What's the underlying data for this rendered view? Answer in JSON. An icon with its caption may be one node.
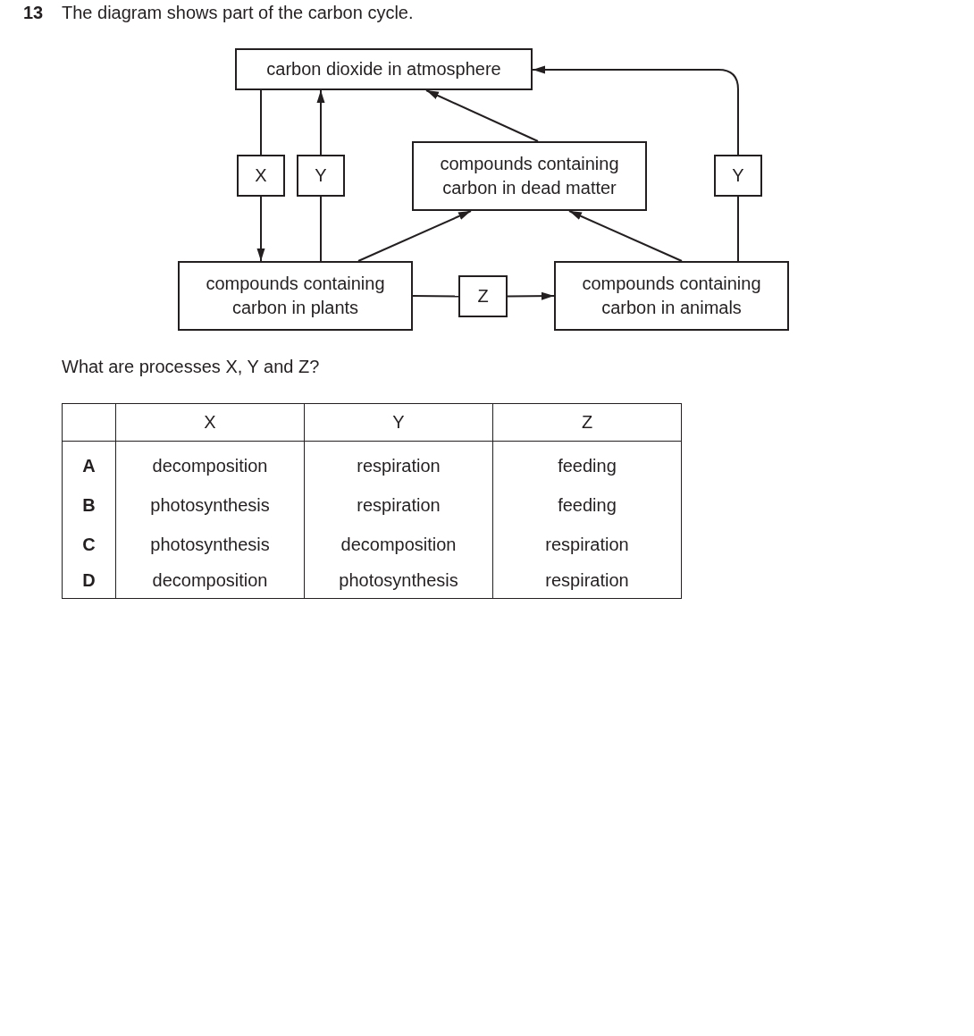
{
  "diagram": {
    "title": "The diagram shows part of the carbon cycle.",
    "nodes": [
      {
        "text": [
          "carbon dioxide in atmosphere"
        ]
      },
      {
        "text": [
          "X"
        ]
      },
      {
        "text": [
          "Y"
        ]
      },
      {
        "text": [
          "compounds containing carbon in dead matter"
        ]
      },
      {
        "text": [
          "Y"
        ]
      },
      {
        "text": [
          "compounds containing carbon in plants"
        ]
      },
      {
        "text": [
          "Z"
        ]
      },
      {
        "text": [
          "compounds containing carbon in animals"
        ]
      }
    ],
    "edges": [
      {
        "from": 0,
        "to": 1,
        "arrow": "none"
      },
      {
        "from": 1,
        "to": 5,
        "arrow": "to"
      },
      {
        "from": 5,
        "to": 2,
        "arrow": "none"
      },
      {
        "from": 2,
        "to": 0,
        "arrow": "to"
      },
      {
        "from": 3,
        "to": 0,
        "arrow": "to"
      },
      {
        "from": 5,
        "to": 3,
        "arrow": "to"
      },
      {
        "from": 7,
        "to": 3,
        "arrow": "to"
      },
      {
        "from": 7,
        "to": 4,
        "arrow": "none"
      },
      {
        "from": 4,
        "to": 0,
        "arrow": "to"
      },
      {
        "from": 5,
        "to": 6,
        "arrow": "none"
      },
      {
        "from": 6,
        "to": 7,
        "arrow": "to"
      }
    ],
    "labels": [
      "13",
      "What are processes X, Y and Z?",
      "X",
      "Y",
      "Z",
      "A",
      "decomposition",
      "respiration",
      "feeding",
      "B",
      "photosynthesis",
      "respiration",
      "feeding",
      "C",
      "photosynthesis",
      "decomposition",
      "respiration",
      "D",
      "decomposition",
      "photosynthesis",
      "respiration"
    ]
  }
}
